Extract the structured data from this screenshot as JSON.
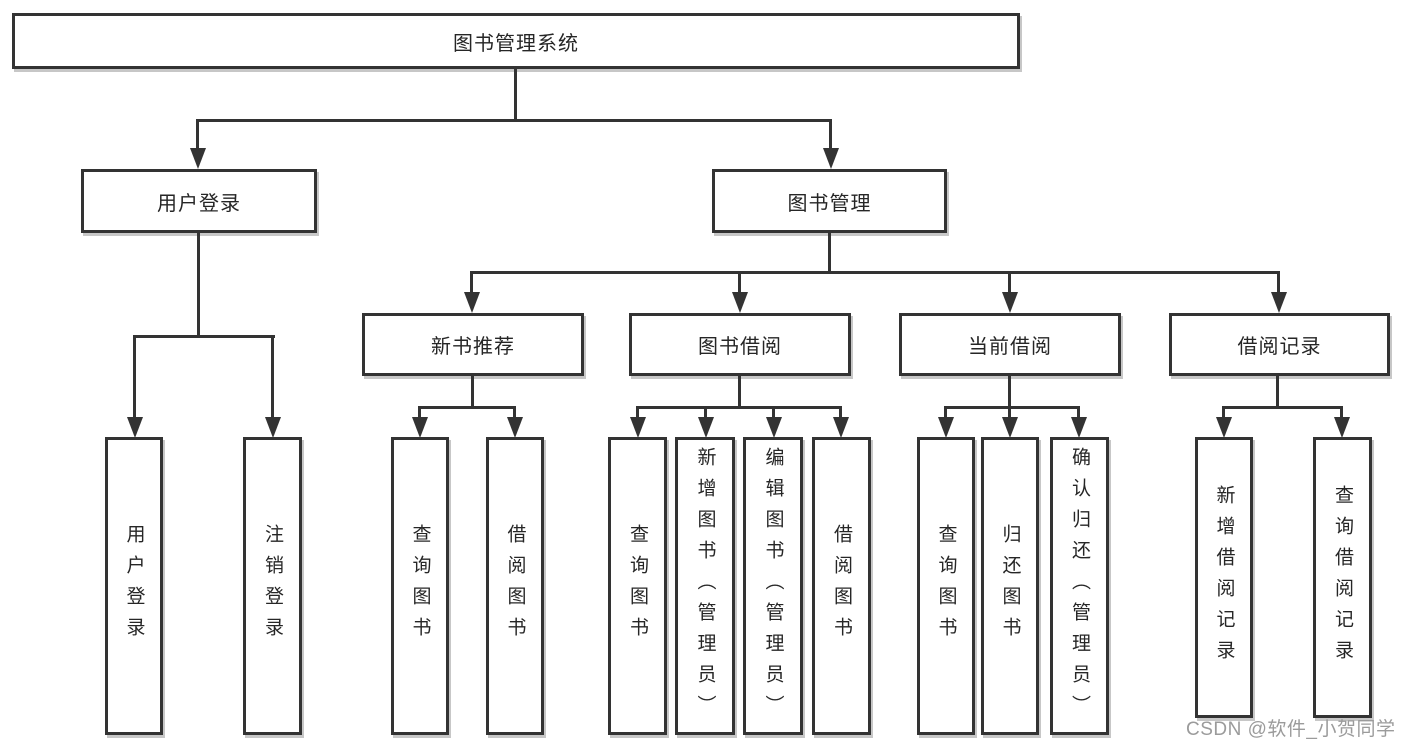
{
  "tree": {
    "root": {
      "label": "图书管理系统"
    },
    "level2": [
      {
        "label": "用户登录"
      },
      {
        "label": "图书管理"
      }
    ],
    "login_children": [
      {
        "label": "用户登录"
      },
      {
        "label": "注销登录"
      }
    ],
    "level3": [
      {
        "label": "新书推荐",
        "children": [
          {
            "label": "查询图书"
          },
          {
            "label": "借阅图书"
          }
        ]
      },
      {
        "label": "图书借阅",
        "children": [
          {
            "label": "查询图书"
          },
          {
            "label": "新增图书（管理员）"
          },
          {
            "label": "编辑图书（管理员）"
          },
          {
            "label": "借阅图书"
          }
        ]
      },
      {
        "label": "当前借阅",
        "children": [
          {
            "label": "查询图书"
          },
          {
            "label": "归还图书"
          },
          {
            "label": "确认归还（管理员）"
          }
        ]
      },
      {
        "label": "借阅记录",
        "children": [
          {
            "label": "新增借阅记录"
          },
          {
            "label": "查询借阅记录"
          }
        ]
      }
    ]
  },
  "watermark": {
    "text": "CSDN @软件_小贺同学"
  },
  "colors": {
    "line": "#333333",
    "text": "#262626",
    "watermark": "#9b9b9b",
    "background": "#ffffff"
  }
}
